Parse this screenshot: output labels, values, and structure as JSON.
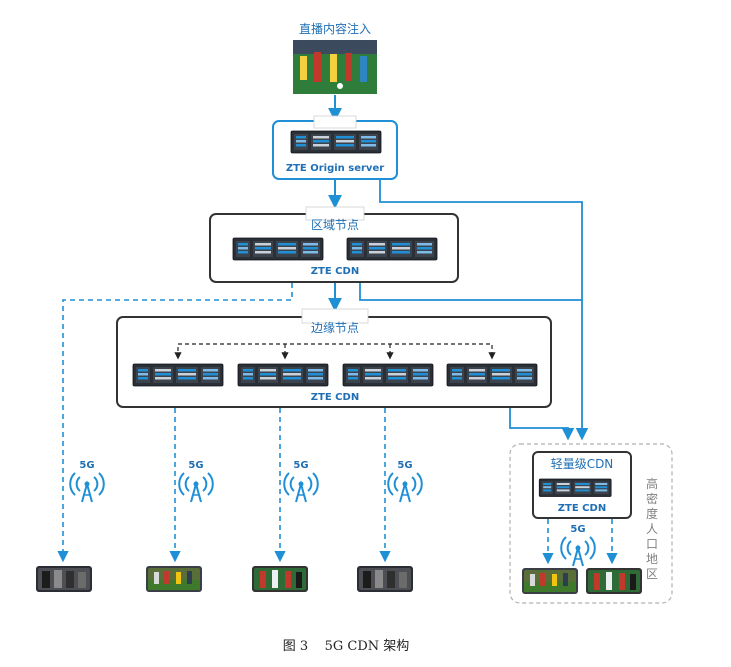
{
  "source": {
    "label": "直播内容注入"
  },
  "origin": {
    "label": "ZTE Origin server"
  },
  "regional": {
    "title": "区域节点",
    "label": "ZTE CDN"
  },
  "edge": {
    "title": "边缘节点",
    "label": "ZTE CDN"
  },
  "lightweight": {
    "title": "轻量级CDN",
    "label": "ZTE CDN"
  },
  "dense_area": {
    "label": "高密度人口地区"
  },
  "signal": {
    "label": "5G"
  },
  "caption": {
    "label": "图 3    5G CDN 架构"
  },
  "colors": {
    "accent": "#1f8fd6",
    "box_border": "#333333",
    "dashed_border": "#b0b0b0",
    "server_body": "#2b2f36",
    "server_accent": "#1f8fd6"
  },
  "icons": [
    "server-rack-icon",
    "5g-antenna-icon",
    "video-thumbnail-icon"
  ]
}
